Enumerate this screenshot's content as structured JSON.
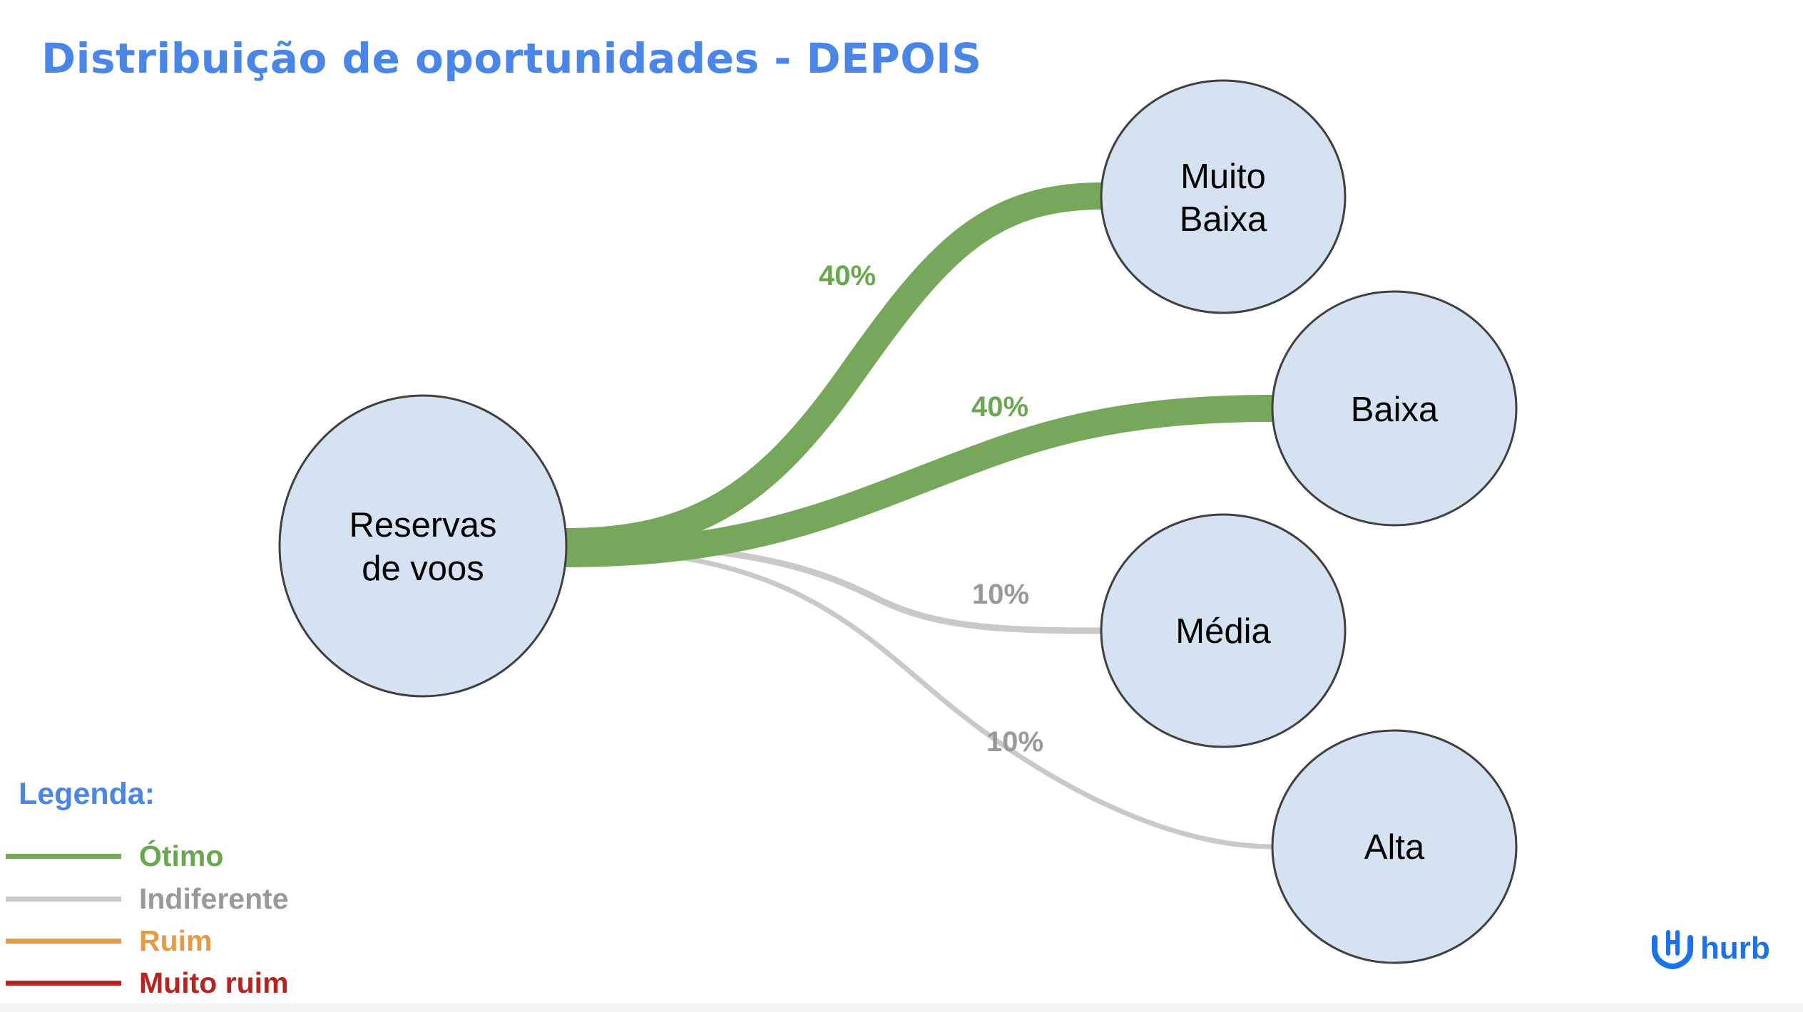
{
  "title": "Distribuição de oportunidades - DEPOIS",
  "nodes": {
    "source": {
      "line1": "Reservas",
      "line2": "de voos"
    },
    "muito_baixa": {
      "line1": "Muito",
      "line2": "Baixa"
    },
    "baixa": {
      "label": "Baixa"
    },
    "media": {
      "label": "Média"
    },
    "alta": {
      "label": "Alta"
    }
  },
  "flows": [
    {
      "target": "Muito Baixa",
      "label": "40%",
      "quality": "Ótimo",
      "value": 40
    },
    {
      "target": "Baixa",
      "label": "40%",
      "quality": "Ótimo",
      "value": 40
    },
    {
      "target": "Média",
      "label": "10%",
      "quality": "Indiferente",
      "value": 10
    },
    {
      "target": "Alta",
      "label": "10%",
      "quality": "Indiferente",
      "value": 10
    }
  ],
  "legend": {
    "title": "Legenda:",
    "items": [
      {
        "label": "Ótimo",
        "color": "#76a75b"
      },
      {
        "label": "Indiferente",
        "color": "#c9c9c9"
      },
      {
        "label": "Ruim",
        "color": "#e69a46"
      },
      {
        "label": "Muito ruim",
        "color": "#b7231f"
      }
    ]
  },
  "colors": {
    "title": "#4a86e8",
    "node_fill": "#d5e2f1",
    "node_stroke": "#404040",
    "otimo": "#76a75b",
    "indiferente": "#c9c9c9",
    "label_otimo": "#6aa84f",
    "label_indiferente": "#999999"
  },
  "logo": {
    "text": "hurb",
    "icon": "hurb-smile-icon"
  }
}
